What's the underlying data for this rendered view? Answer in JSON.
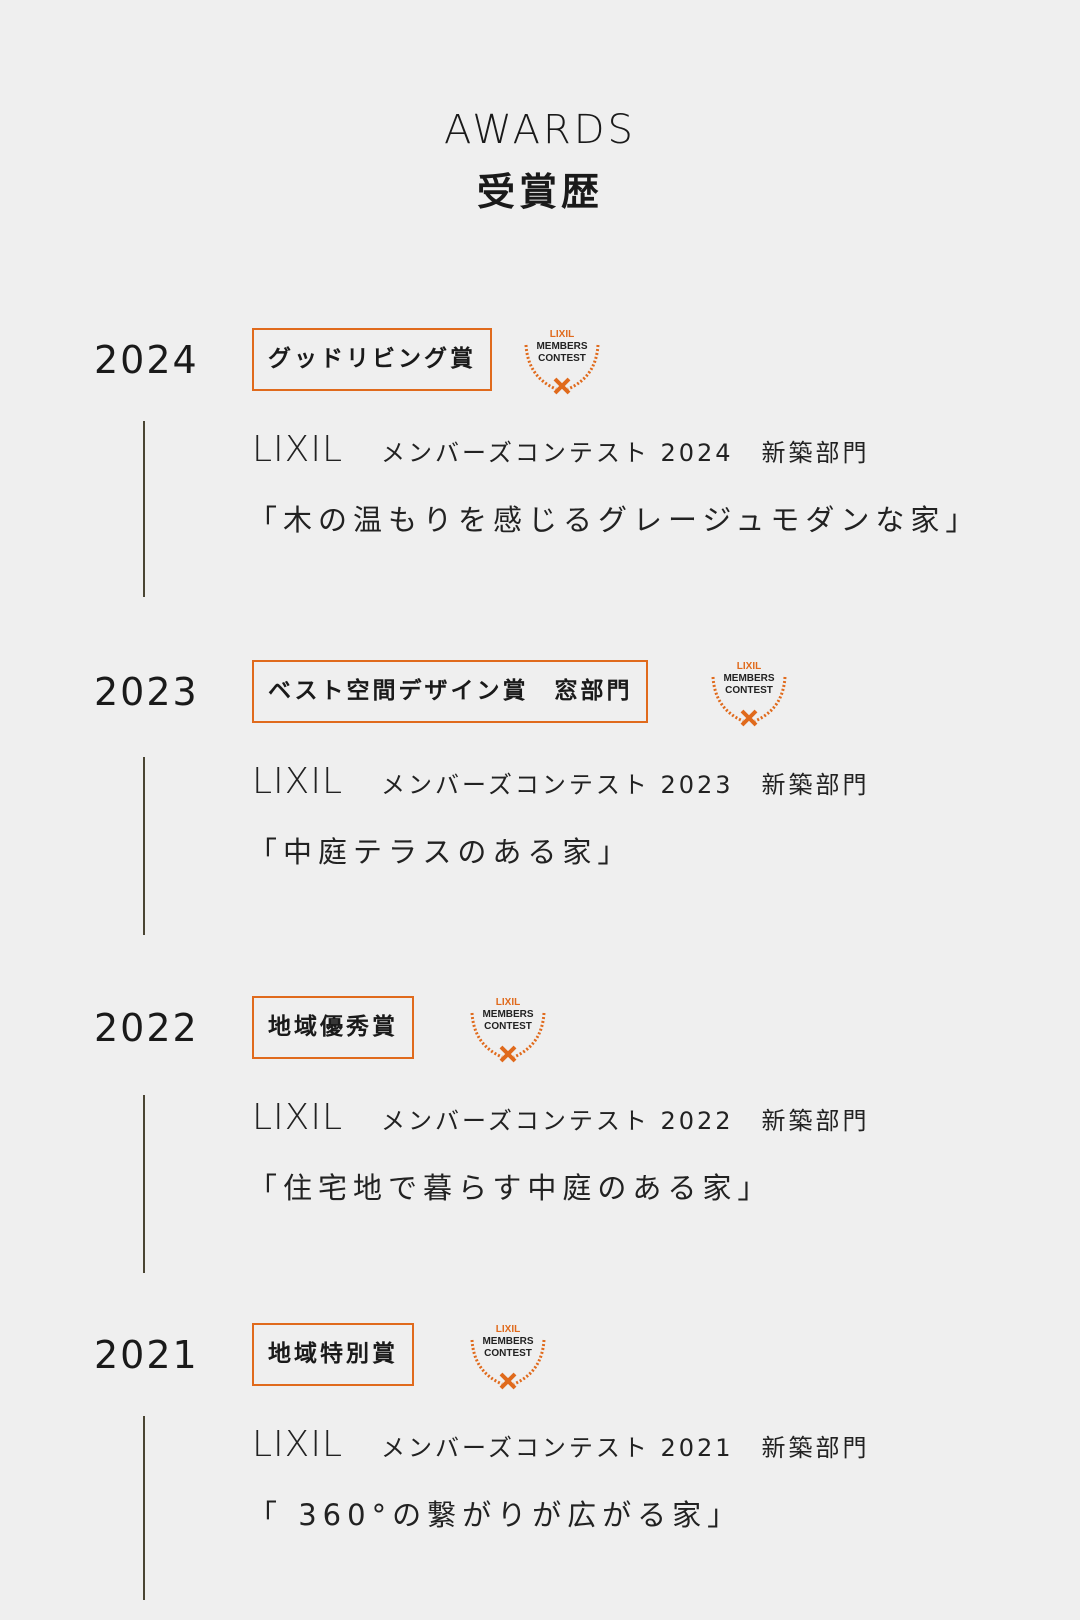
{
  "header": {
    "title_en": "AWARDS",
    "title_ja": "受賞歴"
  },
  "badge": {
    "line1": "LIXIL",
    "line2": "MEMBERS",
    "line3": "CONTEST"
  },
  "colors": {
    "accent": "#e06a1c",
    "timeline": "#4a4533",
    "background": "#efefef"
  },
  "awards": [
    {
      "year": "2024",
      "prize": "グッドリビング賞",
      "brand": "LIXIL",
      "contest": "メンバーズコンテスト 2024",
      "department": "新築部門",
      "project": "「木の温もりを感じるグレージュモダンな家」"
    },
    {
      "year": "2023",
      "prize": "ベスト空間デザイン賞　窓部門",
      "brand": "LIXIL",
      "contest": "メンバーズコンテスト 2023",
      "department": "新築部門",
      "project": "「中庭テラスのある家」"
    },
    {
      "year": "2022",
      "prize": "地域優秀賞",
      "brand": "LIXIL",
      "contest": "メンバーズコンテスト 2022",
      "department": "新築部門",
      "project": "「住宅地で暮らす中庭のある家」"
    },
    {
      "year": "2021",
      "prize": "地域特別賞",
      "brand": "LIXIL",
      "contest": "メンバーズコンテスト 2021",
      "department": "新築部門",
      "project": "「 360°の繋がりが広がる家」"
    }
  ]
}
